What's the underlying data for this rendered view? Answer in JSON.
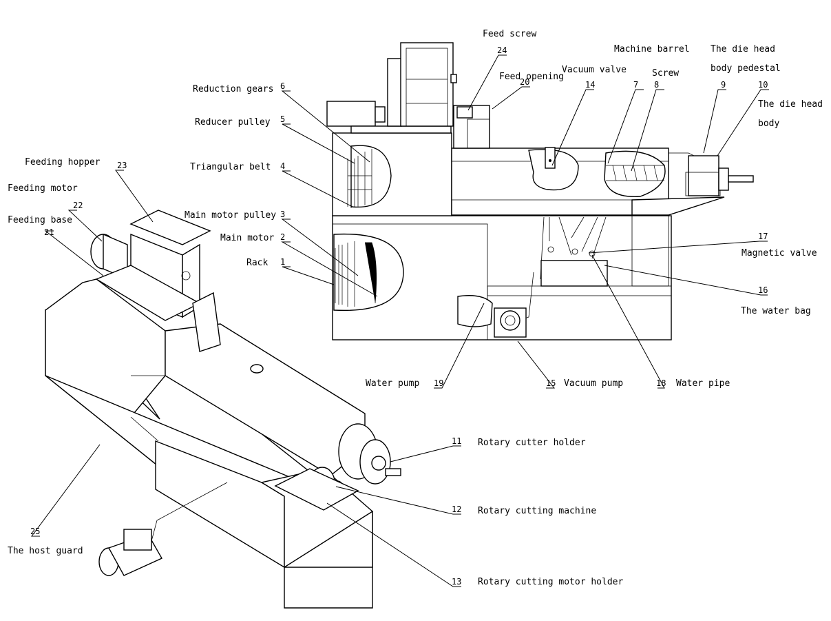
{
  "callouts": [
    {
      "id": "1",
      "label": "Rack"
    },
    {
      "id": "2",
      "label": "Main motor"
    },
    {
      "id": "3",
      "label": "Main motor pulley"
    },
    {
      "id": "4",
      "label": "Triangular belt"
    },
    {
      "id": "5",
      "label": "Reducer pulley"
    },
    {
      "id": "6",
      "label": "Reduction gears"
    },
    {
      "id": "7",
      "label": "Machine barrel"
    },
    {
      "id": "8",
      "label": "Screw"
    },
    {
      "id": "9",
      "label_line1": "The die head",
      "label_line2": "body pedestal"
    },
    {
      "id": "10",
      "label_line1": "The die head",
      "label_line2": "body"
    },
    {
      "id": "11",
      "label": "Rotary cutter holder"
    },
    {
      "id": "12",
      "label": "Rotary cutting machine"
    },
    {
      "id": "13",
      "label": "Rotary cutting motor holder"
    },
    {
      "id": "14",
      "label": "Vacuum valve"
    },
    {
      "id": "15",
      "label": "Vacuum pump"
    },
    {
      "id": "16",
      "label": "The water bag"
    },
    {
      "id": "17",
      "label": "Magnetic valve"
    },
    {
      "id": "18",
      "label": "Water pipe"
    },
    {
      "id": "19",
      "label": "Water pump"
    },
    {
      "id": "20",
      "label": "Feed opening"
    },
    {
      "id": "21",
      "label": "Feeding base"
    },
    {
      "id": "22",
      "label": "Feeding motor"
    },
    {
      "id": "23",
      "label": "Feeding hopper"
    },
    {
      "id": "24",
      "label": "Feed screw"
    },
    {
      "id": "25",
      "label": "The host guard"
    }
  ]
}
